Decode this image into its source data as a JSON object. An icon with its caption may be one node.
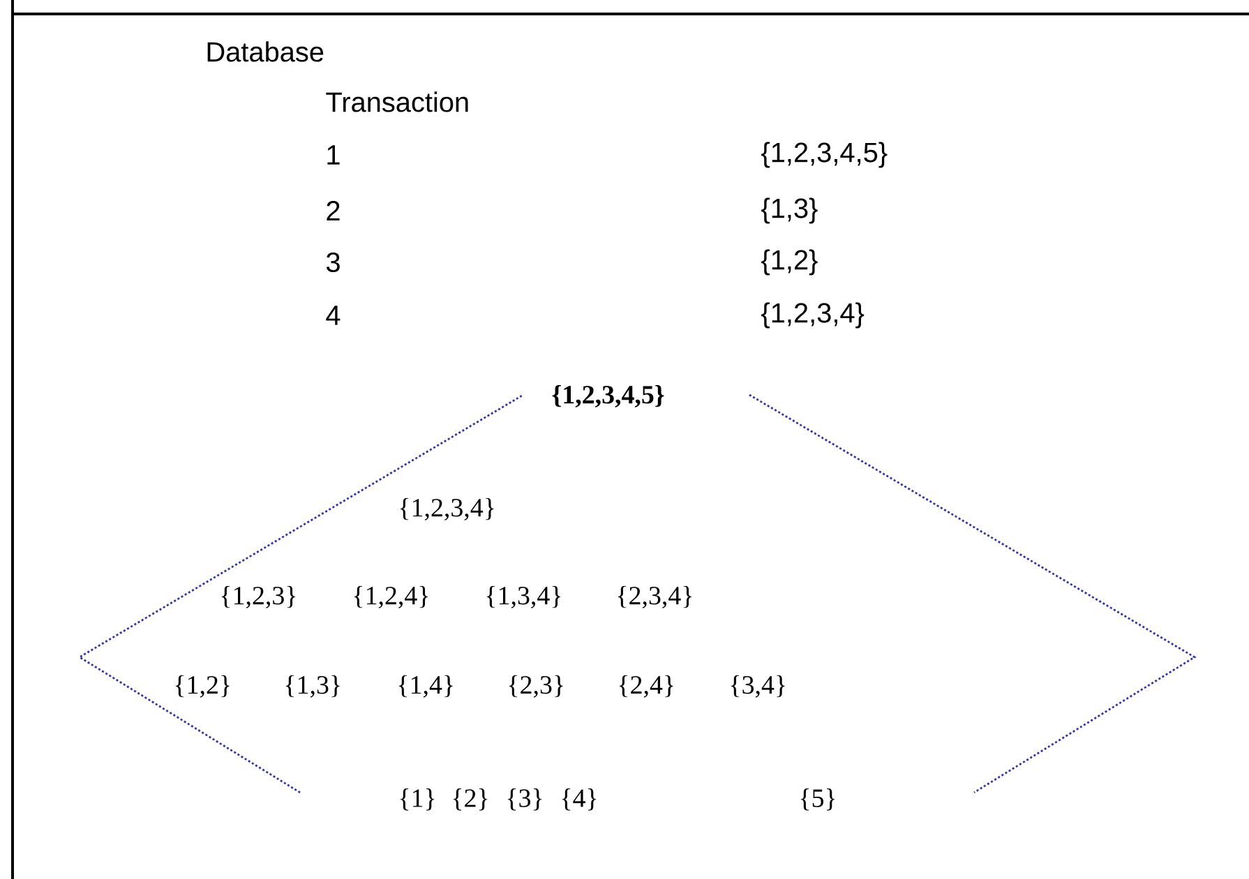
{
  "diagram": {
    "labels": [
      "Database",
      "Transaction",
      "1",
      "{1,2,3,4,5}",
      "2",
      "{1,3}",
      "3",
      "{1,2}",
      "4",
      "{1,2,3,4}",
      "{1,2,3,4,5}",
      "{1,2,3,4}",
      "{1,2,3}",
      "{1,2,4}",
      "{1,3,4}",
      "{2,3,4}",
      "{1,2}",
      "{1,3}",
      "{1,4}",
      "{2,3}",
      "{2,4}",
      "{3,4}",
      "{1}",
      "{2}",
      "{3}",
      "{4}",
      "{5}"
    ]
  }
}
